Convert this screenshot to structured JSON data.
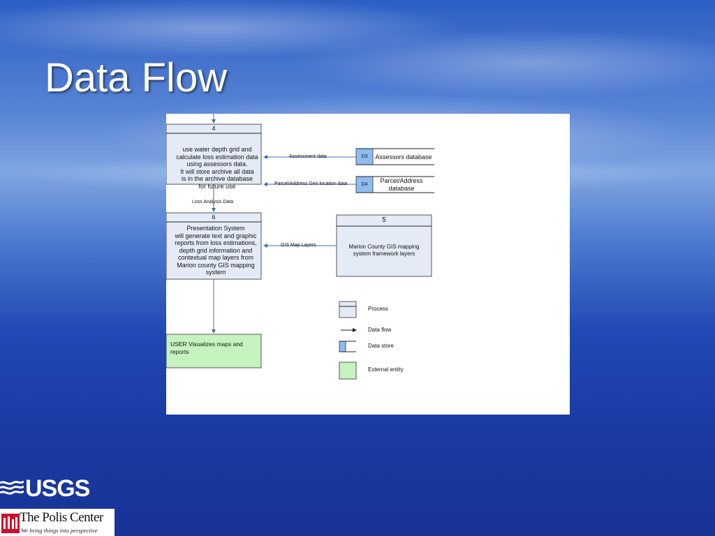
{
  "slide": {
    "title": "Data Flow"
  },
  "diagram": {
    "process4": {
      "id": "4",
      "text": "use water depth grid and\ncalculate loss estimation data\nusing assessors data.\nIt will store archive all data\nis in the archive database\nfor future use"
    },
    "process6": {
      "id": "6",
      "text": "Presentation System\nwill generate text and graphic\nreports from loss estimations,\ndepth grid information and\ncontextual map layers from\nMarion county GIS mapping\nsystem"
    },
    "process5": {
      "id": "5",
      "text": "Marion County GIS mapping\nsystem framework layers"
    },
    "store_d3": {
      "id": "D3",
      "name": "Assessors database"
    },
    "store_d4": {
      "id": "D4",
      "name": "Parcel/Address\ndatabase"
    },
    "user_entity": {
      "text": "USER  Visualizes maps and\nreports"
    },
    "flows": {
      "assessment": "Assessment data",
      "parcel": "Parcel/Address Geo location data",
      "loss": "Loss Analysis Data",
      "gis": "GIS Map Layers"
    },
    "legend": {
      "process": "Process",
      "data_flow": "Data flow",
      "data_store": "Data store",
      "external_entity": "External entity"
    }
  },
  "logos": {
    "usgs": "USGS",
    "polis_name": "The Polis Center",
    "polis_tagline": "We bring things into perspective"
  }
}
